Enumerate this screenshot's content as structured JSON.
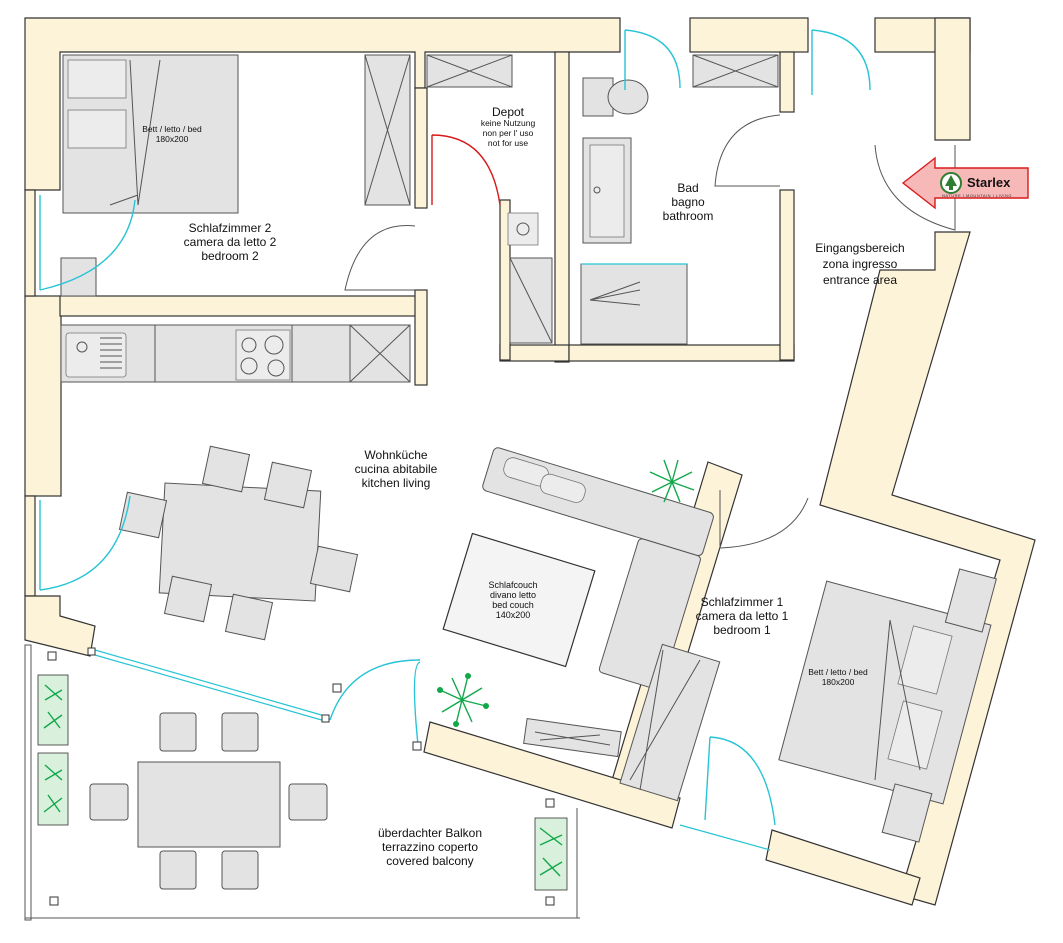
{
  "rooms": {
    "bedroom2": {
      "lines": [
        "Schlafzimmer 2",
        "camera da letto 2",
        "bedroom 2"
      ],
      "bed": [
        "Bett / letto / bed",
        "180x200"
      ]
    },
    "depot": {
      "title": "Depot",
      "lines": [
        "keine Nutzung",
        "non per l' uso",
        "not for use"
      ]
    },
    "bath": {
      "lines": [
        "Bad",
        "bagno",
        "bathroom"
      ]
    },
    "entrance": {
      "lines": [
        "Eingangsbereich",
        "zona ingresso",
        "entrance area"
      ]
    },
    "kitchen": {
      "lines": [
        "Wohnküche",
        "cucina abitabile",
        "kitchen living"
      ]
    },
    "sofabed": {
      "lines": [
        "Schlafcouch",
        "divano letto",
        "bed couch",
        "140x200"
      ]
    },
    "bedroom1": {
      "lines": [
        "Schlafzimmer 1",
        "camera da letto 1",
        "bedroom 1"
      ],
      "bed": [
        "Bett / letto / bed",
        "180x200"
      ]
    },
    "balcony": {
      "lines": [
        "überdachter Balkon",
        "terrazzino coperto",
        "covered balcony"
      ]
    }
  },
  "brand": {
    "name": "Starlex",
    "tagline": "NATURE I MOUNTAIN I LIVING",
    "arrow_color": "#f7b8b8",
    "arrow_stroke": "#d81b1b",
    "logo_color": "#2f7d32"
  },
  "colors": {
    "wall": "#fdf3d8",
    "door": "#27c4d6",
    "depot_door": "#d81b1b",
    "plant": "#11a84a",
    "furniture": "#e3e3e3"
  }
}
